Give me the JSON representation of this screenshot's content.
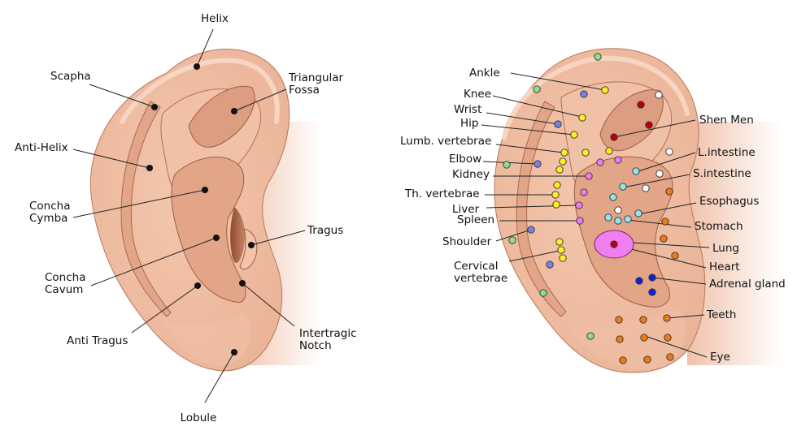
{
  "colors": {
    "skin_light": "#f6d2bc",
    "skin": "#eebba0",
    "skin_mid": "#e3a588",
    "skin_dark": "#c98466",
    "outline": "#9b5f45",
    "shadow": "#8a4b2c",
    "leader": "#222222",
    "dot_black": "#111111",
    "green": "#8be08b",
    "yellow": "#ffee22",
    "blue_purple": "#7b7fe0",
    "magenta": "#ee7cee",
    "dark_red": "#b8000c",
    "white": "#ffffff",
    "cyan": "#8fe8ee",
    "orange": "#f07a14",
    "blue": "#1420d8",
    "lung_fill": "#f07ef0"
  },
  "anatomy_labels": {
    "helix": "Helix",
    "scapha": "Scapha",
    "triangular_fossa": [
      "Triangular",
      "Fossa"
    ],
    "anti_helix": "Anti-Helix",
    "concha_cymba": [
      "Concha",
      "Cymba"
    ],
    "tragus": "Tragus",
    "concha_cavum": [
      "Concha",
      "Cavum"
    ],
    "anti_tragus": "Anti Tragus",
    "intertragic_notch": [
      "Intertragic",
      "Notch"
    ],
    "lobule": "Lobule"
  },
  "reflex_labels_left": {
    "ankle": "Ankle",
    "knee": "Knee",
    "wrist": "Wrist",
    "hip": "Hip",
    "lumb_vertebrae": "Lumb. vertebrae",
    "elbow": "Elbow",
    "kidney": "Kidney",
    "th_vertebrae": "Th. vertebrae",
    "liver": "Liver",
    "spleen": "Spleen",
    "shoulder": "Shoulder",
    "cervical_vertebrae": [
      "Cervical",
      "vertebrae"
    ]
  },
  "reflex_labels_right": {
    "shen_men": "Shen Men",
    "l_intestine": "L.intestine",
    "s_intestine": "S.intestine",
    "esophagus": "Esophagus",
    "stomach": "Stomach",
    "lung": "Lung",
    "heart": "Heart",
    "adrenal_gland": "Adrenal gland",
    "teeth": "Teeth",
    "eye": "Eye"
  }
}
